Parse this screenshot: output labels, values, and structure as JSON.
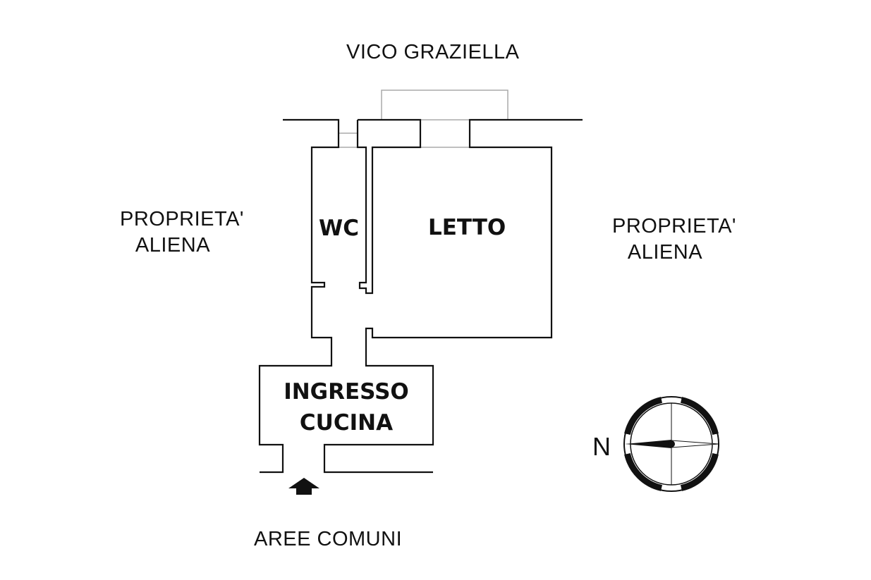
{
  "labels": {
    "street": "VICO GRAZIELLA",
    "left_property_line1": "PROPRIETA'",
    "left_property_line2": "ALIENA",
    "right_property_line1": "PROPRIETA'",
    "right_property_line2": "ALIENA",
    "common_areas": "AREE COMUNI"
  },
  "rooms": {
    "wc": "WC",
    "bedroom": "LETTO",
    "entrance_line1": "INGRESSO",
    "entrance_line2": "CUCINA"
  },
  "compass": {
    "north_label": "N",
    "color": "#111111"
  },
  "colors": {
    "wall": "#111111",
    "window": "#aaaaaa",
    "background": "#ffffff"
  }
}
